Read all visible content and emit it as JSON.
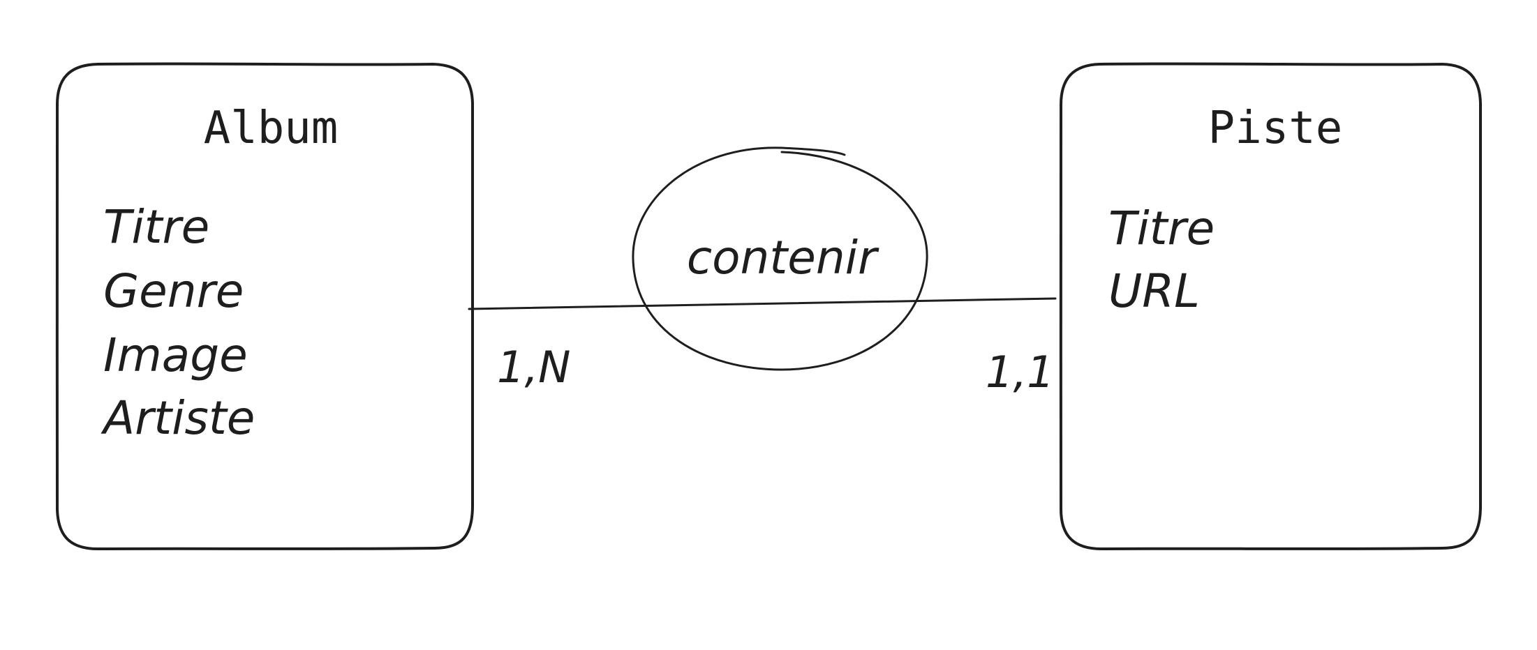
{
  "entities": {
    "album": {
      "title": "Album",
      "attributes": [
        "Titre",
        "Genre",
        "Image",
        "Artiste"
      ]
    },
    "piste": {
      "title": "Piste",
      "attributes": [
        "Titre",
        "URL"
      ]
    }
  },
  "relationship": {
    "label": "contenir",
    "cardinality_left": "1,N",
    "cardinality_right": "1,1"
  }
}
